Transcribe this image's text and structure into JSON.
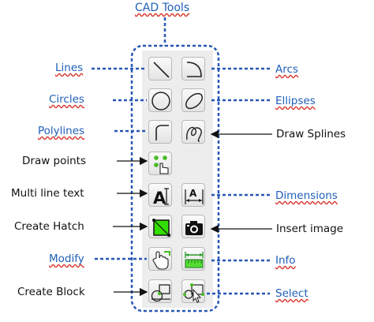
{
  "title": "CAD Tools",
  "labels": {
    "lines": "Lines",
    "arcs": "Arcs",
    "circles": "Circles",
    "ellipses": "Ellipses",
    "polylines": "Polylines",
    "draw_splines": "Draw Splines",
    "draw_points": "Draw points",
    "multi_line_text": "Multi line text",
    "dimensions": "Dimensions",
    "create_hatch": "Create Hatch",
    "insert_image": "Insert image",
    "modify": "Modify",
    "info": "Info",
    "create_block": "Create Block",
    "select": "Select"
  },
  "icons": {
    "lines": "line-icon",
    "arcs": "arc-icon",
    "circles": "circle-icon",
    "ellipses": "ellipse-icon",
    "polylines": "polyline-icon",
    "splines": "spline-icon",
    "points": "points-icon",
    "text": "text-icon",
    "dimensions": "dimension-icon",
    "hatch": "hatch-icon",
    "image": "camera-icon",
    "modify": "hand-pointer-icon",
    "info": "ruler-icon",
    "block": "block-icon",
    "select": "select-icon"
  },
  "colors": {
    "link_text": "#1f5fb8",
    "dashed_line": "#2757b5",
    "arrow": "#111111",
    "hatch_fill": "#33dd00",
    "point_green": "#44bb22"
  }
}
